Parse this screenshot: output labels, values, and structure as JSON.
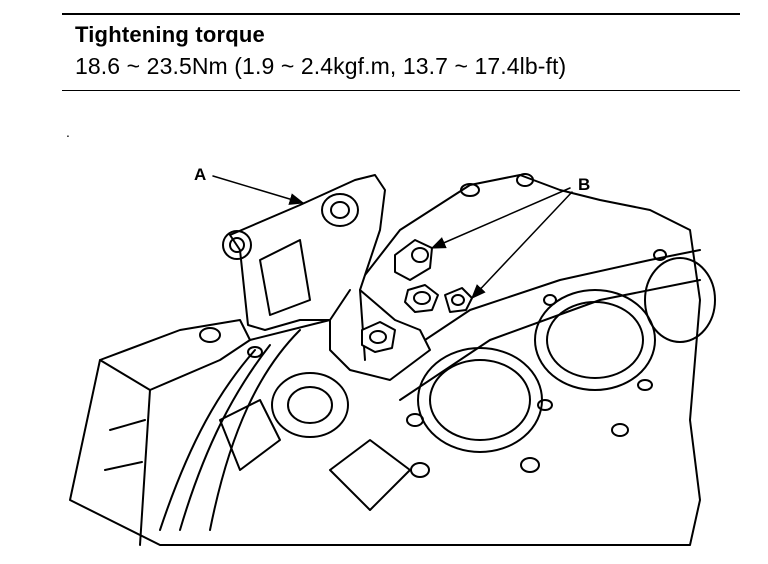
{
  "spec_box": {
    "heading": "Tightening torque",
    "value": "18.6 ~ 23.5Nm (1.9 ~ 2.4kgf.m, 13.7 ~ 17.4lb-ft)"
  },
  "stray_mark": ".",
  "callouts": {
    "a": "A",
    "b": "B"
  }
}
